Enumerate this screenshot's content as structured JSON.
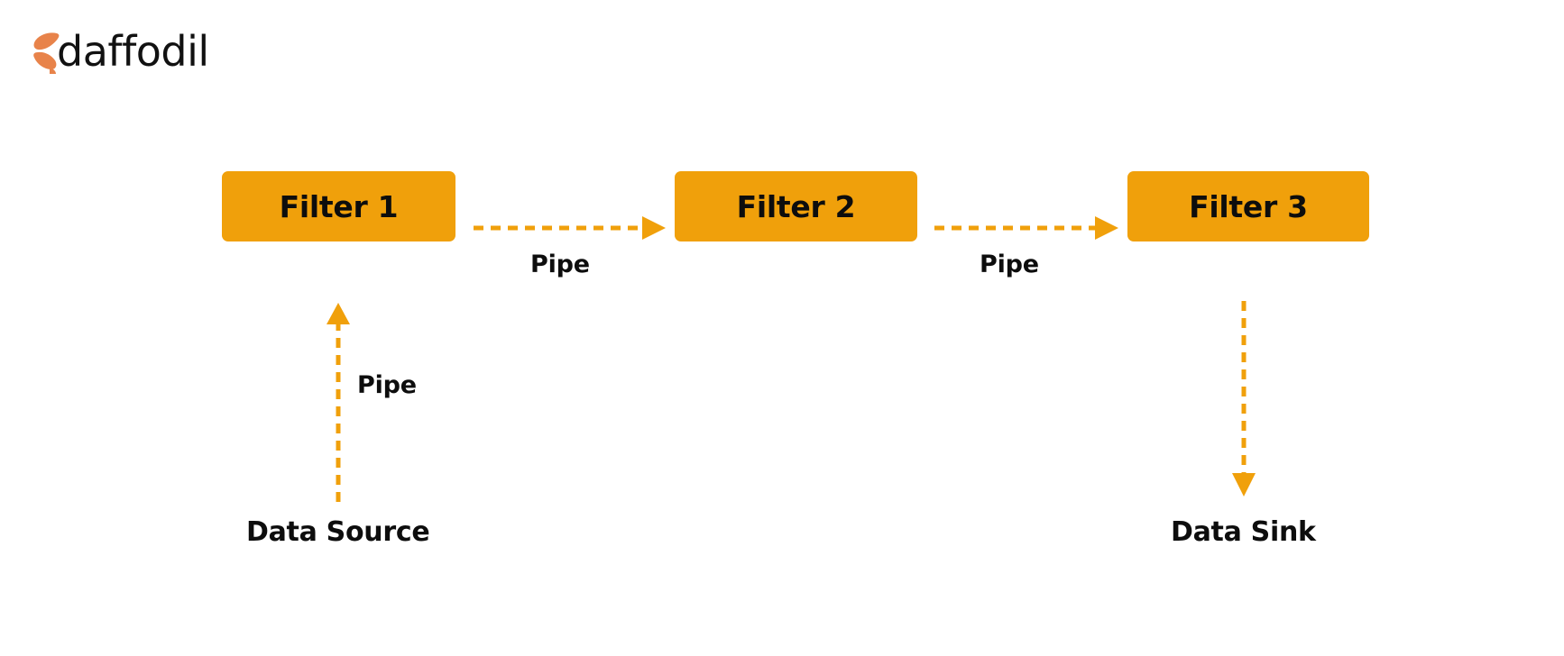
{
  "brand": {
    "name": "daffodil",
    "mark_icon": "daffodil-petal-icon",
    "mark_color": "#E8834A",
    "wordmark_color": "#111111"
  },
  "diagram": {
    "type": "pipe-and-filter-architecture",
    "accent_color": "#F0A00B",
    "text_color": "#0d0d0d",
    "background_color": "#FFFFFF",
    "filters": [
      {
        "id": "filter-1",
        "label": "Filter 1"
      },
      {
        "id": "filter-2",
        "label": "Filter 2"
      },
      {
        "id": "filter-3",
        "label": "Filter 3"
      }
    ],
    "pipes": [
      {
        "id": "pipe-1",
        "label": "Pipe",
        "from": "Filter 1",
        "to": "Filter 2",
        "direction": "right"
      },
      {
        "id": "pipe-2",
        "label": "Pipe",
        "from": "Filter 2",
        "to": "Filter 3",
        "direction": "right"
      },
      {
        "id": "pipe-3",
        "label": "Pipe",
        "from": "Data Source",
        "to": "Filter 1",
        "direction": "up"
      },
      {
        "id": "pipe-4",
        "label": "",
        "from": "Filter 3",
        "to": "Data Sink",
        "direction": "down"
      }
    ],
    "endpoints": [
      {
        "id": "data-source",
        "label": "Data Source"
      },
      {
        "id": "data-sink",
        "label": "Data Sink"
      }
    ]
  }
}
